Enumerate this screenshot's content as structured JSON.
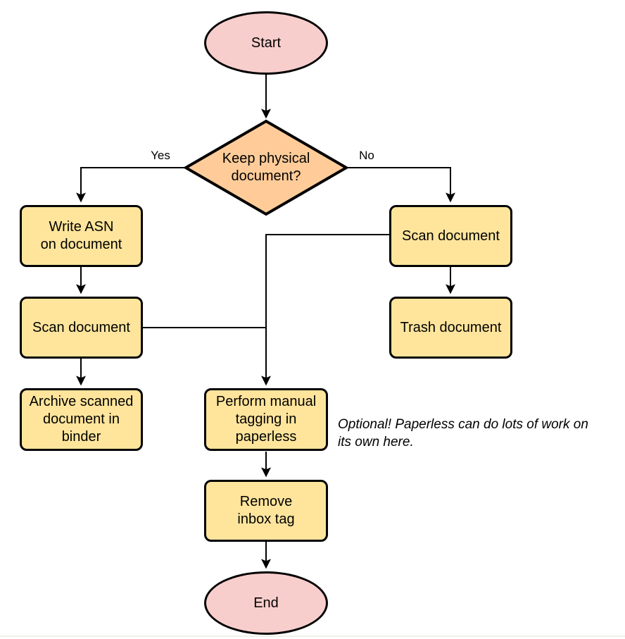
{
  "colors": {
    "terminal_fill": "#F8CECC",
    "decision_fill": "#FFCC99",
    "process_fill": "#FFE59C",
    "stroke": "#000000"
  },
  "nodes": {
    "start": "Start",
    "decision": "Keep physical\ndocument?",
    "write_asn": "Write ASN\non document",
    "scan_left": "Scan document",
    "archive": "Archive scanned\ndocument in\nbinder",
    "scan_right": "Scan document",
    "trash": "Trash document",
    "tagging": "Perform manual\ntagging in\npaperless",
    "remove_inbox": "Remove\ninbox tag",
    "end": "End"
  },
  "edges": [
    {
      "from": "start",
      "to": "decision",
      "label": ""
    },
    {
      "from": "decision",
      "to": "write_asn",
      "label": "Yes"
    },
    {
      "from": "decision",
      "to": "scan_right",
      "label": "No"
    },
    {
      "from": "write_asn",
      "to": "scan_left",
      "label": ""
    },
    {
      "from": "scan_left",
      "to": "archive",
      "label": ""
    },
    {
      "from": "scan_right",
      "to": "trash",
      "label": ""
    },
    {
      "from": "scan_left",
      "to": "tagging",
      "label": ""
    },
    {
      "from": "scan_right",
      "to": "tagging",
      "label": ""
    },
    {
      "from": "tagging",
      "to": "remove_inbox",
      "label": ""
    },
    {
      "from": "remove_inbox",
      "to": "end",
      "label": ""
    }
  ],
  "annotation": "Optional! Paperless can do lots of work on\nits own here."
}
